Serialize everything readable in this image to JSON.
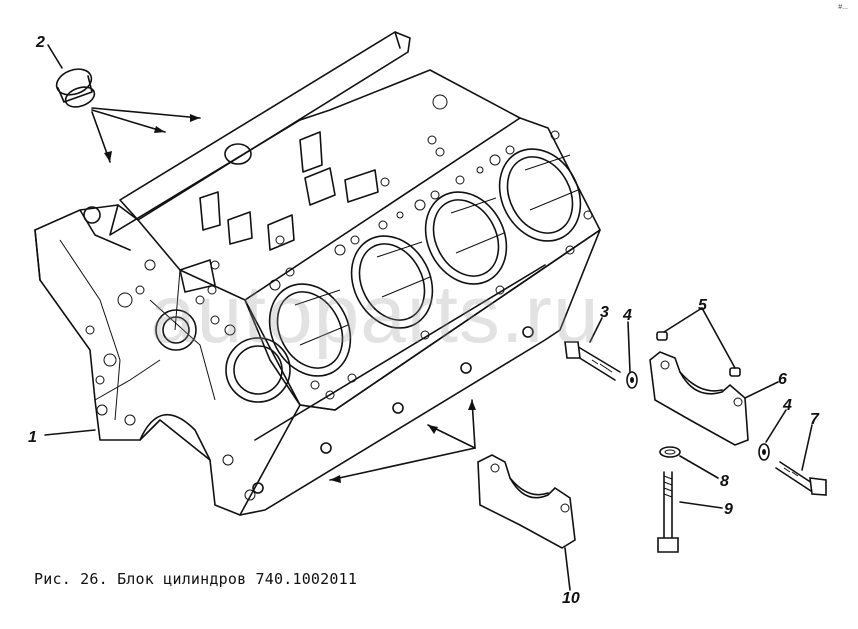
{
  "figure": {
    "caption": "Рис. 26. Блок цилиндров 740.1002011",
    "watermark": "autoparts.ru",
    "corner_mark": "#..."
  },
  "callouts": [
    {
      "id": "1",
      "label": "1"
    },
    {
      "id": "2",
      "label": "2"
    },
    {
      "id": "3",
      "label": "3"
    },
    {
      "id": "4a",
      "label": "4"
    },
    {
      "id": "4b",
      "label": "4"
    },
    {
      "id": "5",
      "label": "5"
    },
    {
      "id": "6",
      "label": "6"
    },
    {
      "id": "7",
      "label": "7"
    },
    {
      "id": "8",
      "label": "8"
    },
    {
      "id": "9",
      "label": "9"
    },
    {
      "id": "10",
      "label": "10"
    }
  ]
}
